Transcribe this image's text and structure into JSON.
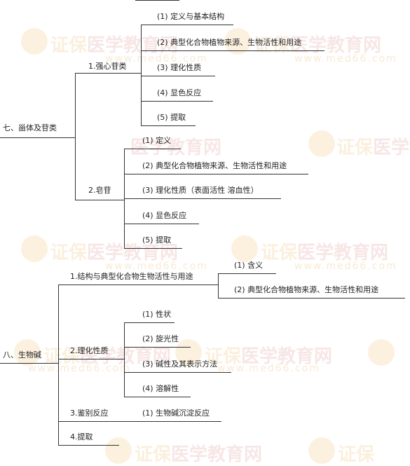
{
  "watermark": {
    "brand_part1": "证保",
    "brand_part2": "医学教育网",
    "url": "www.med66.com"
  },
  "tree": {
    "section7": {
      "label": "七、甾体及苷类",
      "cardiac": {
        "label": "1.强心苷类",
        "items": [
          "(1) 定义与基本结构",
          "(2) 典型化合物植物来源、生物活性和用途",
          "(3) 理化性质",
          "(4) 显色反应",
          "(5) 提取"
        ]
      },
      "saponin": {
        "label": "2.皂苷",
        "items": [
          "(1) 定义",
          "(2) 典型化合物植物来源、生物活性和用途",
          "(3) 理化性质（表面活性  溶血性）",
          "(4) 显色反应",
          "(5) 提取"
        ]
      }
    },
    "section8": {
      "label": "八、生物碱",
      "structure": {
        "label": "1.结构与典型化合物生物活性与用途",
        "items": [
          "(1) 含义",
          "(2) 典型化合物植物来源、生物活性和用途"
        ]
      },
      "physchem": {
        "label": "2.理化性质",
        "items": [
          "(1) 性状",
          "(2) 旋光性",
          "(3) 碱性及其表示方法",
          "(4) 溶解性"
        ]
      },
      "identify": {
        "label": "3.鉴别反应",
        "items": [
          "(1) 生物碱沉淀反应"
        ]
      },
      "extract": {
        "label": "4.提取"
      }
    }
  }
}
